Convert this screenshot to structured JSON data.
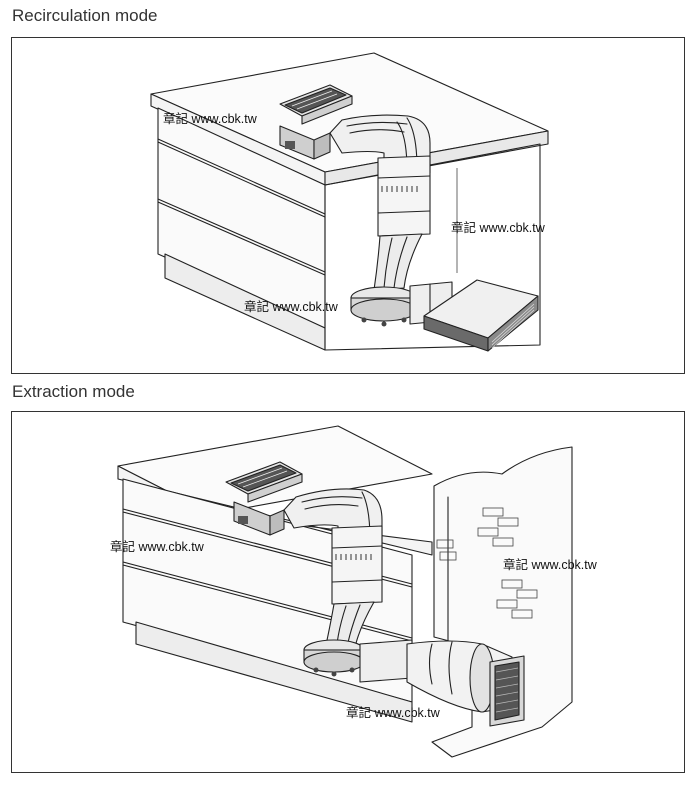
{
  "sections": [
    {
      "title": "Recirculation mode"
    },
    {
      "title": "Extraction mode"
    }
  ],
  "watermarks": {
    "recirc": [
      "章記 www.cbk.tw",
      "章記 www.cbk.tw",
      "章記 www.cbk.tw"
    ],
    "extract": [
      "章記 www.cbk.tw",
      "章記 www.cbk.tw",
      "章記 www.cbk.tw"
    ]
  },
  "colors": {
    "line": "#222222",
    "fill_light": "#f2f2f2",
    "fill_mid": "#d6d6d6",
    "fill_dark": "#555555",
    "frame": "#333333"
  }
}
